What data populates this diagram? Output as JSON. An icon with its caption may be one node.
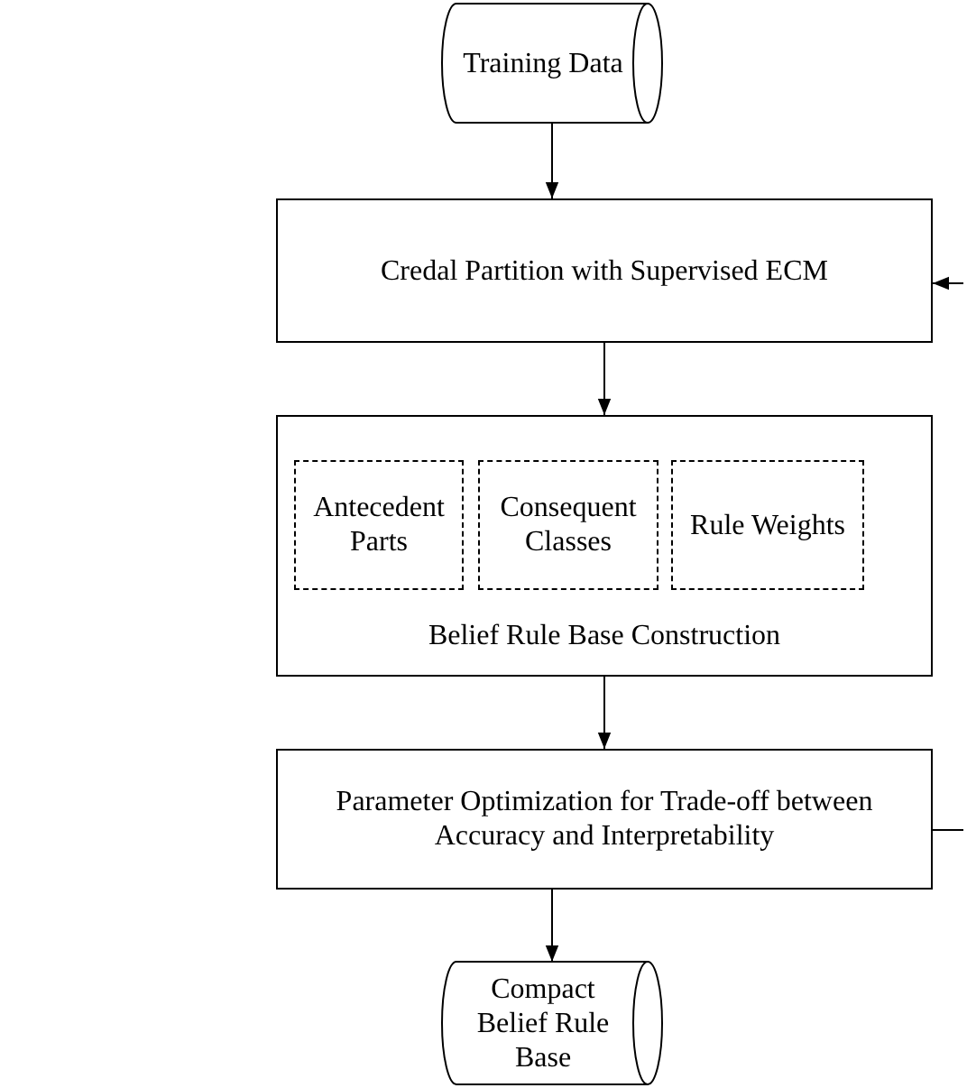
{
  "diagram": {
    "nodes": [
      {
        "text": [
          "Training Data"
        ]
      },
      {
        "text": [
          "Credal Partition with Supervised ECM"
        ]
      },
      {
        "text": [
          "Belief Rule Base Construction"
        ]
      },
      {
        "text": [
          "Antecedent Parts"
        ],
        "in": 2
      },
      {
        "text": [
          "Consequent Classes"
        ],
        "in": 2
      },
      {
        "text": [
          "Rule Weights"
        ],
        "in": 2
      },
      {
        "text": [
          "Parameter Optimization for Trade-off between Accuracy and Interpretability"
        ]
      },
      {
        "text": [
          "Compact Belief Rule Base"
        ]
      }
    ],
    "edges": [
      {
        "from": 0,
        "to": 1,
        "arrow": "to"
      },
      {
        "from": null,
        "to": 1,
        "arrow": "to"
      },
      {
        "from": 1,
        "to": 2,
        "arrow": "to"
      },
      {
        "from": 2,
        "to": 6,
        "arrow": "to"
      },
      {
        "from": 6,
        "to": null,
        "arrow": "none"
      },
      {
        "from": 6,
        "to": 7,
        "arrow": "to"
      }
    ]
  }
}
